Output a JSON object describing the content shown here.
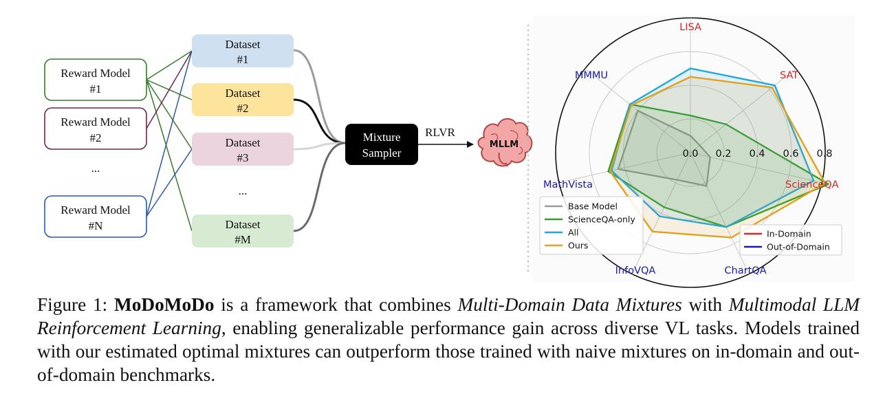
{
  "diagram": {
    "reward_models": [
      {
        "line1": "Reward Model",
        "line2": "#1",
        "color": "#3a7a2a"
      },
      {
        "line1": "Reward Model",
        "line2": "#2",
        "color": "#6b2550"
      },
      {
        "line1": "Reward Model",
        "line2": "#N",
        "color": "#2a5aa0"
      }
    ],
    "reward_ellipsis": "...",
    "datasets": [
      {
        "line1": "Dataset",
        "line2": "#1",
        "fill": "#cfe0f1"
      },
      {
        "line1": "Dataset",
        "line2": "#2",
        "fill": "#fde49c"
      },
      {
        "line1": "Dataset",
        "line2": "#3",
        "fill": "#ecd4df"
      },
      {
        "line1": "Dataset",
        "line2": "#M",
        "fill": "#d6ebd2"
      }
    ],
    "dataset_ellipsis": "...",
    "sampler": {
      "line1": "Mixture",
      "line2": "Sampler"
    },
    "arrow_label": "RLVR",
    "model_label": "MLLM"
  },
  "chart_data": {
    "type": "radar",
    "axes": [
      {
        "label": "LISA",
        "domain": "in"
      },
      {
        "label": "SAT",
        "domain": "in"
      },
      {
        "label": "ScienceQA",
        "domain": "in"
      },
      {
        "label": "ChartQA",
        "domain": "out"
      },
      {
        "label": "InfoVQA",
        "domain": "out"
      },
      {
        "label": "MathVista",
        "domain": "out"
      },
      {
        "label": "MMMU",
        "domain": "out"
      }
    ],
    "radial_ticks": [
      "0.0",
      "0.2",
      "0.4",
      "0.6",
      "0.8"
    ],
    "radial_tick_values": [
      0,
      0.2,
      0.4,
      0.6,
      0.8
    ],
    "rlim": [
      0,
      0.8
    ],
    "series": [
      {
        "name": "Base Model",
        "color": "#999999",
        "values": [
          0.1,
          0.07,
          0.12,
          0.22,
          0.18,
          0.44,
          0.4
        ]
      },
      {
        "name": "ScienceQA-only",
        "color": "#2ca02c",
        "values": [
          0.22,
          0.27,
          0.84,
          0.49,
          0.36,
          0.5,
          0.46
        ]
      },
      {
        "name": "All",
        "color": "#1fa8e0",
        "values": [
          0.5,
          0.64,
          0.75,
          0.49,
          0.42,
          0.48,
          0.46
        ]
      },
      {
        "name": "Ours",
        "color": "#e0a020",
        "values": [
          0.45,
          0.62,
          0.82,
          0.56,
          0.52,
          0.49,
          0.45
        ]
      }
    ],
    "domain_legend": [
      {
        "name": "In-Domain",
        "color": "#d62728"
      },
      {
        "name": "Out-of-Domain",
        "color": "#1a1aa6"
      }
    ],
    "in_domain_color": "#d62728",
    "out_domain_color": "#1a1aa6",
    "grid": true,
    "legend_placement": "lower-left",
    "domain_legend_placement": "lower-right"
  },
  "caption": {
    "prefix": "Figure 1: ",
    "name": "MoDoMoDo",
    "t1": " is a framework that combines ",
    "i1": "Multi-Domain Data Mixtures",
    "t2": " with ",
    "i2": "Multimodal LLM Reinforcement Learning",
    "t3": ", enabling generalizable performance gain across diverse VL tasks. Models trained with our estimated optimal mixtures can outperform those trained with naive mixtures on in-domain and out-of-domain benchmarks."
  }
}
